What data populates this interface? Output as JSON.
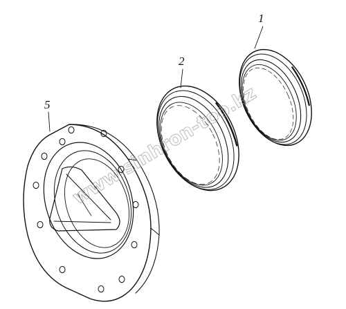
{
  "callouts": {
    "part1": "1",
    "part2": "2",
    "part5": "5"
  },
  "watermark": "www.sinhron-too.kz",
  "colors": {
    "line": "#111111",
    "background": "#ffffff",
    "watermark": "#9a9a9a"
  }
}
